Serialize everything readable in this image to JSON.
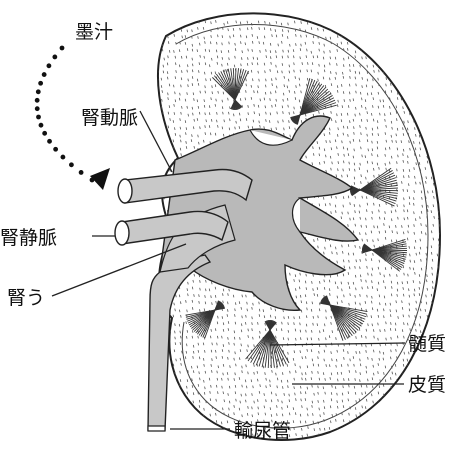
{
  "labels": {
    "ink": "墨汁",
    "renal_artery": "腎動脈",
    "renal_vein": "腎静脈",
    "renal_pelvis": "腎う",
    "medulla": "髄質",
    "cortex": "皮質",
    "ureter": "輸尿管"
  },
  "colors": {
    "outline": "#222222",
    "pelvis_fill": "#b9b9b9",
    "vessel_fill": "#c8c8c8",
    "background": "#ffffff"
  }
}
